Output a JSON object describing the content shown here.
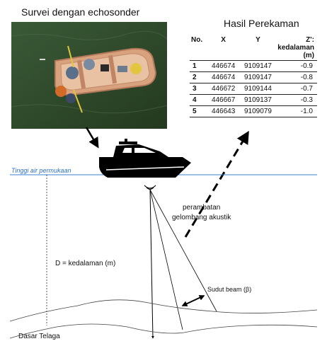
{
  "labels": {
    "survey_title": "Survei dengan echosonder",
    "records_title": "Hasil Perekaman",
    "water_surface": "Tinggi air permukaan",
    "propagation_line1": "perambatan",
    "propagation_line2": "gelombang akustik",
    "depth": "D = kedalaman (m)",
    "beam_angle": "Sudut beam (β)",
    "lake_bottom": "Dasar Telaga"
  },
  "table": {
    "headers": [
      "No.",
      "X",
      "Y",
      "Z':",
      "kedalaman",
      "(m)"
    ],
    "rows": [
      [
        "1",
        "446674",
        "9109147",
        "-0.9"
      ],
      [
        "2",
        "446674",
        "9109147",
        "-0.8"
      ],
      [
        "3",
        "446672",
        "9109144",
        "-0.7"
      ],
      [
        "4",
        "446667",
        "9109137",
        "-0.3"
      ],
      [
        "5",
        "446643",
        "9109079",
        "-1.0"
      ]
    ]
  },
  "colors": {
    "water_line": "#3a7fd0",
    "water_photo": "#2f4a2c",
    "boat_hull": "#d9a27e",
    "arrow": "#000000"
  },
  "icons": {
    "boat": "boat-silhouette-icon",
    "photo": "survey-photo"
  }
}
